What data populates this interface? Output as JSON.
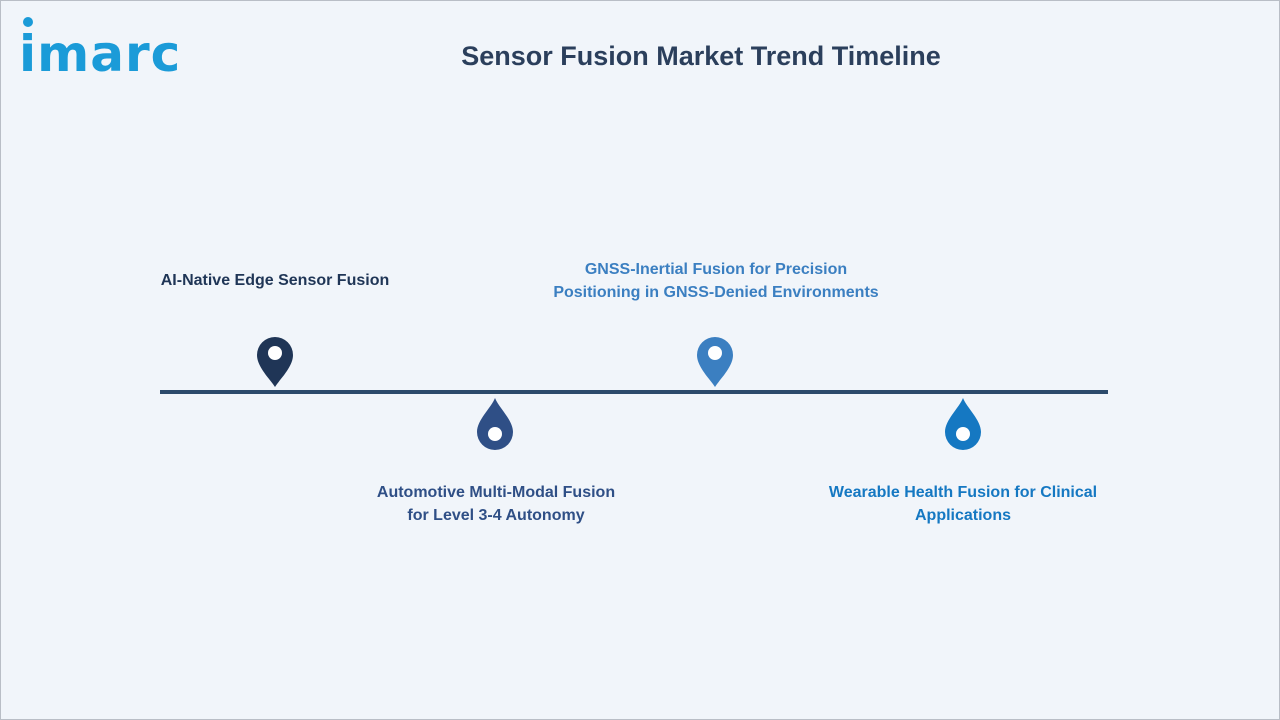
{
  "brand": {
    "logo_text": "imarc",
    "color": "#1b9bd8"
  },
  "title": "Sensor Fusion Market Trend Timeline",
  "timeline": {
    "line_color": "#2c4a6b",
    "items": [
      {
        "label": "AI-Native Edge Sensor Fusion",
        "color": "#1f3556",
        "icon": "location-pin-icon"
      },
      {
        "label": "Automotive Multi-Modal Fusion for Level 3-4 Autonomy",
        "color": "#2f4f86",
        "icon": "location-pin-icon"
      },
      {
        "label": "GNSS-Inertial Fusion for Precision Positioning in GNSS-Denied Environments",
        "color": "#3b7fc1",
        "icon": "location-pin-icon"
      },
      {
        "label": "Wearable Health Fusion for Clinical Applications",
        "color": "#1578c2",
        "icon": "location-pin-icon"
      }
    ]
  }
}
